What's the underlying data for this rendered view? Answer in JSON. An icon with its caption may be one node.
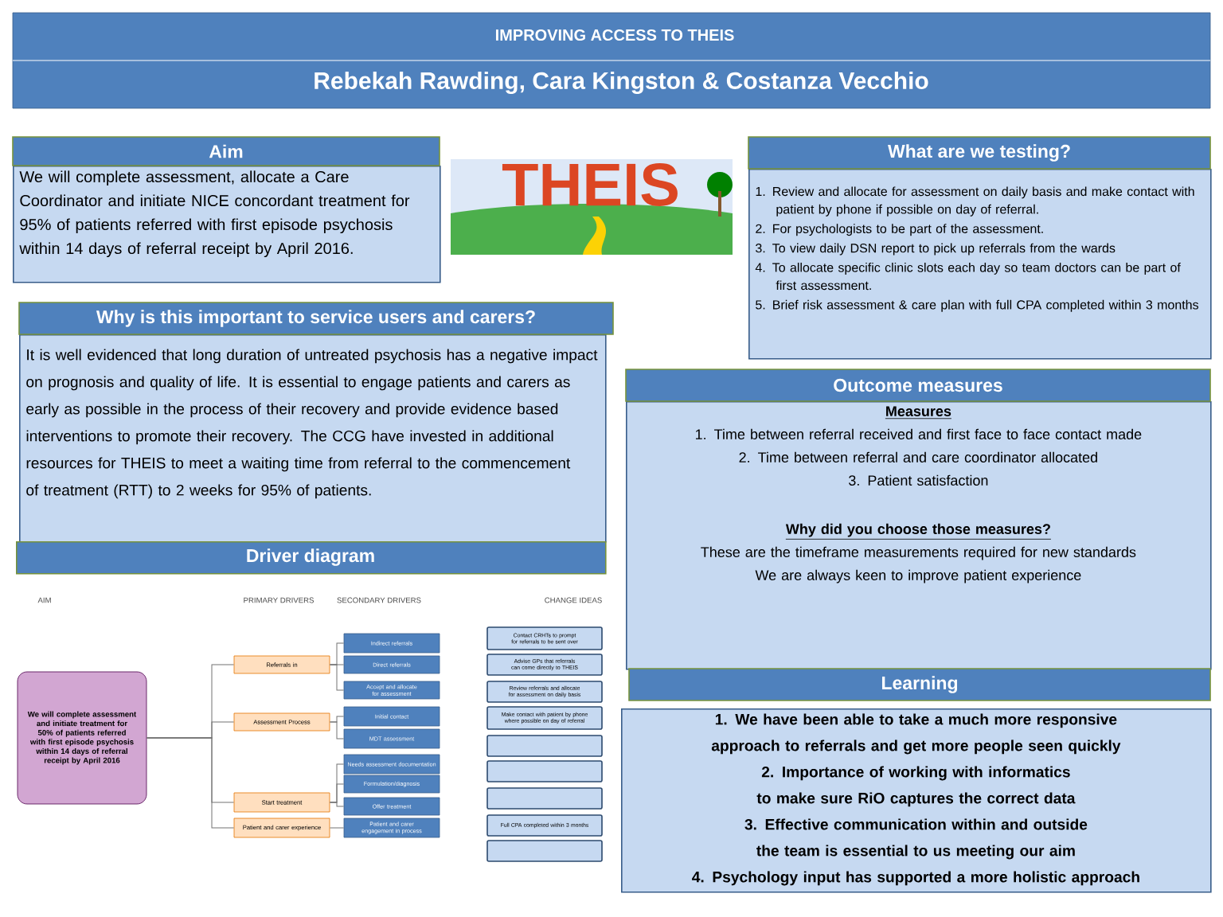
{
  "diagram": {
    "title": "IMPROVING ACCESS TO THEIS",
    "nodes": [
      {
        "text": [
          "Aim",
          "We will complete assessment, allocate a Care Coordinator and initiate NICE concordant treatment for 95% of patients referred with first episode psychosis within 14 days of referral receipt by April 2016."
        ]
      },
      {
        "text": [
          "What are we testing?",
          "1. Review and allocate for assessment on daily basis and make contact with patient by phone if possible on day of referral.",
          "2. For psychologists to be part of the assessment.",
          "3. To view daily DSN report to pick up referrals from the wards",
          "4. To allocate specific clinic slots each day so team doctors can be part of first assessment.",
          "5. Brief risk assessment & care plan with full CPA completed within 3 months"
        ]
      },
      {
        "text": [
          "Why is this important to service users and carers?",
          "It is well evidenced that long duration of untreated psychosis has a negative impact on prognosis and quality of life. It is essential to engage patients and carers as early as possible in the process of their recovery and provide evidence based interventions to promote their recovery. The CCG have invested in additional resources for THEIS to meet a waiting time from referral to the commencement of treatment (RTT) to 2 weeks for 95% of patients."
        ]
      },
      {
        "text": [
          "Outcome measures",
          "Measures",
          "1. Time between referral received and first face to face contact made",
          "2. Time between referral and care coordinator allocated",
          "3. Patient satisfaction",
          "Why did you choose those measures?",
          "These are the timeframe measurements required for new standards",
          "We are always keen to improve patient experience"
        ]
      },
      {
        "text": [
          "Driver diagram"
        ]
      },
      {
        "text": [
          "Learning",
          "1. We have been able to take a much more responsive approach to referrals and get more people seen quickly",
          "2. Importance of working with informatics to make sure RiO captures the correct data",
          "3. Effective communication within and outside the team is essential to us meeting our aim",
          "4. Psychology input has supported a more holistic approach"
        ]
      },
      {
        "text": [
          "We will complete assessment and initiate treatment for 50% of patients referred with first episode psychosis within 14 days of referral receipt by April 2016"
        ]
      },
      {
        "text": [
          "Referrals in"
        ]
      },
      {
        "text": [
          "Assessment Process"
        ]
      },
      {
        "text": [
          "Start treatment"
        ]
      },
      {
        "text": [
          "Patient and carer experience"
        ]
      },
      {
        "text": [
          "Indirect referrals"
        ]
      },
      {
        "text": [
          "Direct referrals"
        ]
      },
      {
        "text": [
          "Accept and allocate for assessment"
        ]
      },
      {
        "text": [
          "Initial contact"
        ]
      },
      {
        "text": [
          "MDT assessment"
        ]
      },
      {
        "text": [
          "Needs assessment documentation"
        ]
      },
      {
        "text": [
          "Formulation/diagnosis"
        ]
      },
      {
        "text": [
          "Offer treatment"
        ]
      },
      {
        "text": [
          "Patient and carer engagement in process"
        ]
      },
      {
        "text": [
          "Contact CRHTs to prompt for referrals to be sent over"
        ]
      },
      {
        "text": [
          "Advise GPs that referrals can come directly to THEIS"
        ]
      },
      {
        "text": [
          "Review referrals and allocate for assessment on daily basis"
        ]
      },
      {
        "text": [
          "Make contact with patient by phone where possible on day of referral"
        ]
      },
      {
        "text": [],
        "shape": "box"
      },
      {
        "text": [],
        "shape": "box"
      },
      {
        "text": [],
        "shape": "box"
      },
      {
        "text": [
          "Full CPA completed within 3 months"
        ]
      },
      {
        "text": [],
        "shape": "box"
      }
    ],
    "edges": [
      {
        "from": 6,
        "to": 7,
        "arrow": "none"
      },
      {
        "from": 6,
        "to": 8,
        "arrow": "none"
      },
      {
        "from": 6,
        "to": 9,
        "arrow": "none"
      },
      {
        "from": 6,
        "to": 10,
        "arrow": "none"
      },
      {
        "from": 7,
        "to": 11,
        "arrow": "none"
      },
      {
        "from": 7,
        "to": 12,
        "arrow": "none"
      },
      {
        "from": 7,
        "to": 13,
        "arrow": "none"
      },
      {
        "from": 8,
        "to": 14,
        "arrow": "none"
      },
      {
        "from": 8,
        "to": 15,
        "arrow": "none"
      },
      {
        "from": 9,
        "to": 16,
        "arrow": "none"
      },
      {
        "from": 9,
        "to": 17,
        "arrow": "none"
      },
      {
        "from": 9,
        "to": 18,
        "arrow": "none"
      },
      {
        "from": 10,
        "to": 19,
        "arrow": "none"
      }
    ],
    "labels": [
      "Rebekah Rawding, Cara Kingston & Costanza Vecchio",
      "THEIS",
      "AIM",
      "PRIMARY DRIVERS",
      "SECONDARY DRIVERS",
      "CHANGE IDEAS"
    ]
  }
}
